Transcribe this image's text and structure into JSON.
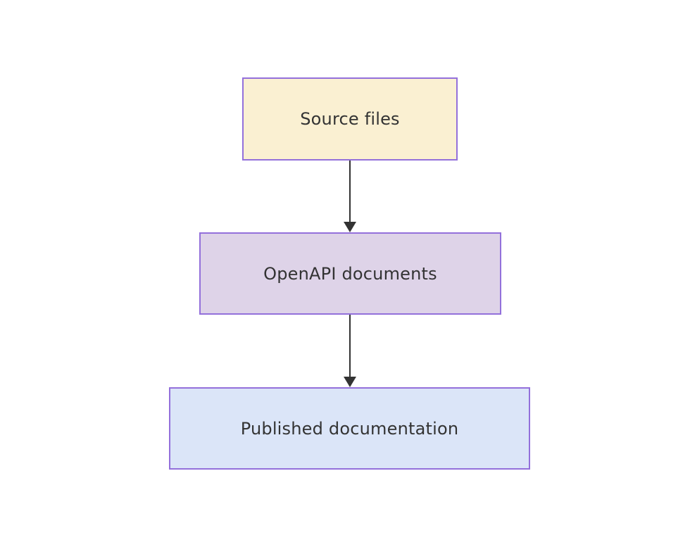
{
  "diagram": {
    "type": "flowchart-top-down",
    "background": "#ffffff",
    "text_color": "#333333",
    "edge_color": "#333333",
    "border_color": "#9370db",
    "nodes": [
      {
        "id": "source",
        "label": "Source files",
        "fill": "#faf0d2",
        "border": "#9370db",
        "text_color": "#333333"
      },
      {
        "id": "openapi",
        "label": "OpenAPI documents",
        "fill": "#ded3e8",
        "border": "#9370db",
        "text_color": "#333333"
      },
      {
        "id": "published",
        "label": "Published documentation",
        "fill": "#dbe5f8",
        "border": "#9370db",
        "text_color": "#333333"
      }
    ],
    "edges": [
      {
        "from": "source",
        "to": "openapi",
        "color": "#333333",
        "arrow": "down"
      },
      {
        "from": "openapi",
        "to": "published",
        "color": "#333333",
        "arrow": "down"
      }
    ]
  }
}
